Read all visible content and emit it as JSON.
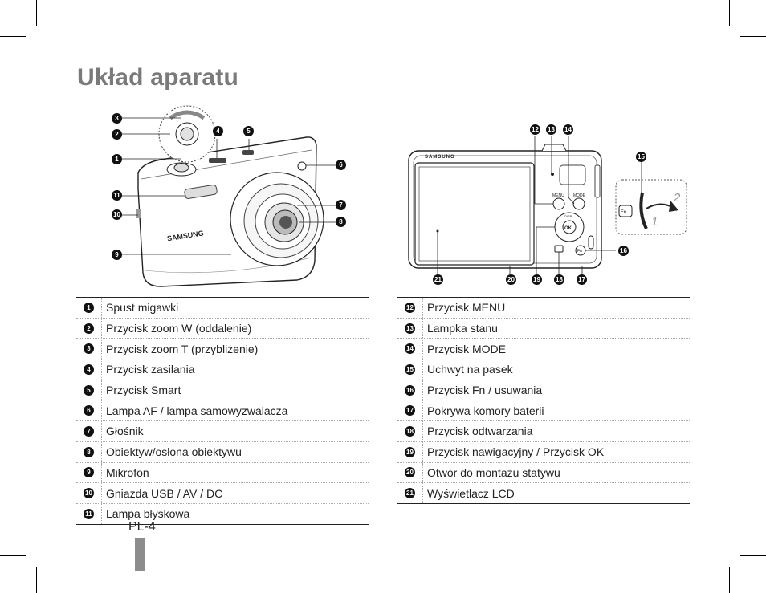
{
  "page": {
    "title": "Układ aparatu",
    "page_number": "PL-4"
  },
  "front_view": {
    "brand": "SAMSUNG",
    "callouts": [
      "1",
      "2",
      "3",
      "4",
      "5",
      "6",
      "7",
      "8",
      "9",
      "10",
      "11"
    ]
  },
  "back_view": {
    "brand": "SAMSUNG",
    "button_menu": "MENU",
    "button_mode": "MODE",
    "button_disp": "DISP",
    "button_ok": "OK",
    "button_fn": "Fn",
    "strap_steps": [
      "1",
      "2"
    ],
    "callouts": [
      "12",
      "13",
      "14",
      "15",
      "16",
      "17",
      "18",
      "19",
      "20",
      "21"
    ]
  },
  "legend_left": [
    {
      "n": "1",
      "label": "Spust migawki"
    },
    {
      "n": "2",
      "label": "Przycisk zoom W (oddalenie)"
    },
    {
      "n": "3",
      "label": "Przycisk zoom T (przybliżenie)"
    },
    {
      "n": "4",
      "label": "Przycisk zasilania"
    },
    {
      "n": "5",
      "label": "Przycisk Smart"
    },
    {
      "n": "6",
      "label": "Lampa AF / lampa samowyzwalacza"
    },
    {
      "n": "7",
      "label": "Głośnik"
    },
    {
      "n": "8",
      "label": "Obiektyw/osłona obiektywu"
    },
    {
      "n": "9",
      "label": "Mikrofon"
    },
    {
      "n": "10",
      "label": "Gniazda USB / AV / DC"
    },
    {
      "n": "11",
      "label": "Lampa błyskowa"
    }
  ],
  "legend_right": [
    {
      "n": "12",
      "label": "Przycisk MENU"
    },
    {
      "n": "13",
      "label": "Lampka stanu"
    },
    {
      "n": "14",
      "label": "Przycisk MODE"
    },
    {
      "n": "15",
      "label": "Uchwyt na pasek"
    },
    {
      "n": "16",
      "label": "Przycisk Fn / usuwania"
    },
    {
      "n": "17",
      "label": "Pokrywa komory baterii"
    },
    {
      "n": "18",
      "label": "Przycisk odtwarzania"
    },
    {
      "n": "19",
      "label": "Przycisk nawigacyjny / Przycisk OK"
    },
    {
      "n": "20",
      "label": "Otwór do montażu statywu"
    },
    {
      "n": "21",
      "label": "Wyświetlacz LCD"
    }
  ]
}
